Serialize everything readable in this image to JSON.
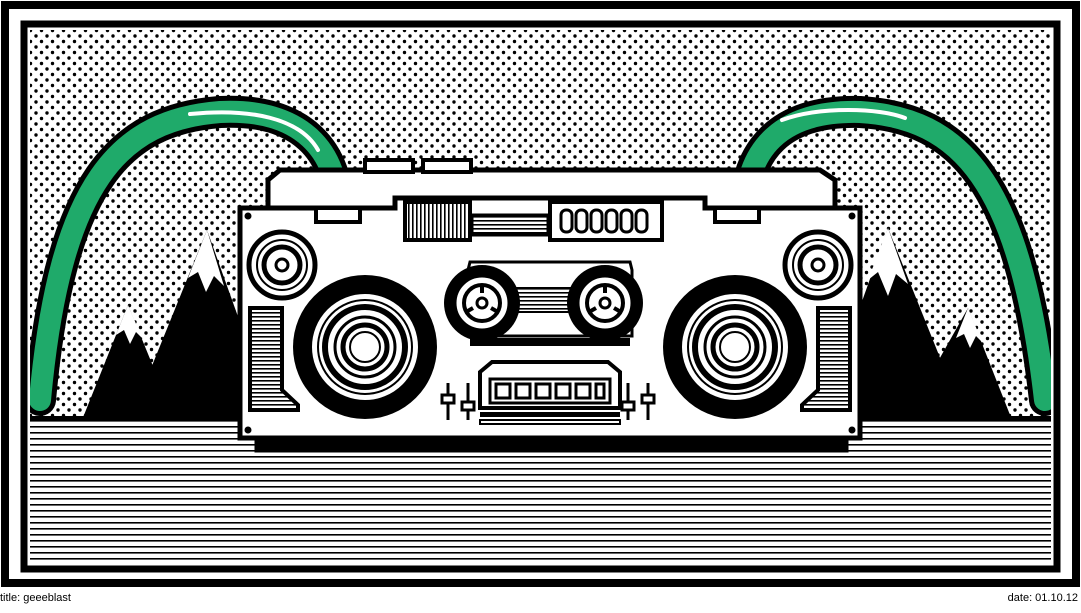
{
  "caption": {
    "title": "title: geeeblast",
    "date": "date: 01.10.12"
  },
  "illustration": {
    "subject": "boombox-cassette-player",
    "cassette_reels": 2,
    "speakers": 4,
    "sliders": 4,
    "mountains": 4,
    "colors": {
      "ink": "#000000",
      "paper": "#ffffff",
      "cable": "#1faa6a",
      "cable_highlight": "#ffffff"
    },
    "background_pattern": "polka-dots",
    "ground_pattern": "horizontal-lines"
  }
}
